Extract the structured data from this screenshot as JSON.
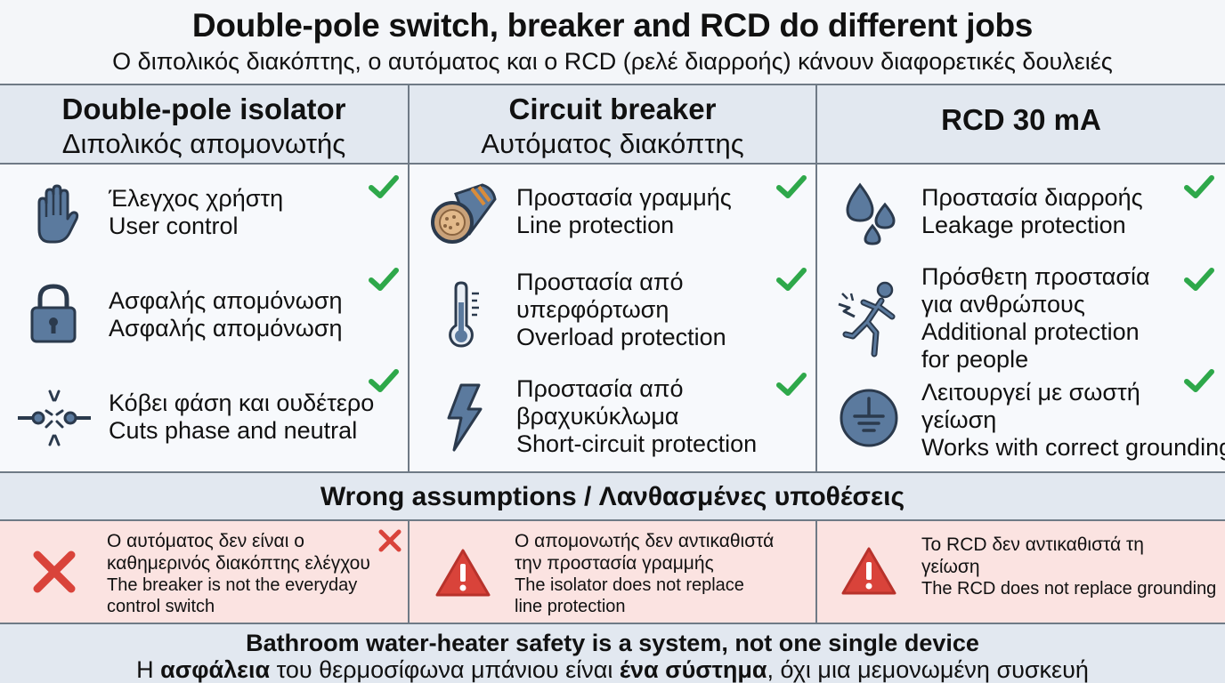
{
  "title": {
    "en": "Double-pole switch, breaker and RCD do different jobs",
    "gr": "Ο διπολικός διακόπτης, ο αυτόματος και ο RCD (ρελέ διαρροής) κάνουν διαφορετικές δουλειές"
  },
  "columns": [
    {
      "head1": "Double-pole isolator",
      "head2": "Διπολικός απομονωτής",
      "items": [
        {
          "icon": "hand-icon",
          "gr": "Έλεγχος χρήστη",
          "en": "User control"
        },
        {
          "icon": "padlock-icon",
          "gr": "Ασφαλής απομόνωση",
          "en": "Ασφαλής απομόνωση"
        },
        {
          "icon": "cut-wire-icon",
          "gr": "Κόβει φάση και ουδέτερο",
          "en": "Cuts phase and neutral"
        }
      ]
    },
    {
      "head1": "Circuit breaker",
      "head2": "Αυτόματος διακόπτης",
      "items": [
        {
          "icon": "cable-icon",
          "gr": "Προστασία γραμμής",
          "en": "Line protection"
        },
        {
          "icon": "thermometer-icon",
          "gr1": "Προστασία από",
          "gr2": "υπερφόρτωση",
          "en": "Overload protection"
        },
        {
          "icon": "lightning-icon",
          "gr1": "Προστασία από",
          "gr2": "βραχυκύκλωμα",
          "en": "Short-circuit protection"
        }
      ]
    },
    {
      "head1": "RCD 30 mA",
      "items": [
        {
          "icon": "water-drops-icon",
          "gr": "Προστασία διαρροής",
          "en": "Leakage protection"
        },
        {
          "icon": "electric-shock-person-icon",
          "gr1": "Πρόσθετη προστασία",
          "gr2": "για ανθρώπους",
          "en1": "Additional protection",
          "en2": "for people"
        },
        {
          "icon": "ground-symbol-icon",
          "gr1": "Λειτουργεί με σωστή",
          "gr2": "γείωση",
          "en": "Works with correct grounding"
        }
      ]
    }
  ],
  "wrong": {
    "title": "Wrong assumptions / Λανθασμένες υποθέσεις",
    "items": [
      {
        "icon": "x-mark-icon",
        "gr1": "Ο αυτόματος δεν είναι ο",
        "gr2": "καθημερινός διακόπτης ελέγχου",
        "en1": "The breaker is not the everyday",
        "en2": "control switch"
      },
      {
        "icon": "warning-icon",
        "gr1": "Ο απομονωτής δεν αντικαθιστά",
        "gr2": "την προστασία γραμμής",
        "en1": "The isolator does not replace",
        "en2": "line protection"
      },
      {
        "icon": "warning-icon",
        "gr1": "Το RCD δεν αντικαθιστά τη",
        "gr2": "γείωση",
        "en1": "The RCD does not replace grounding"
      }
    ]
  },
  "footer": {
    "en": "Bathroom water-heater safety is a system, not one single device",
    "gr_a": "Η ",
    "gr_b": "ασφάλεια",
    "gr_c": " του θερμοσίφωνα μπάνιου είναι ",
    "gr_d": "ένα σύστημα",
    "gr_e": ", όχι μια μεμονωμένη συσκευή"
  },
  "colors": {
    "check": "#2ea84a",
    "icon_fill": "#5b7a9e",
    "icon_stroke": "#2b3a4d",
    "error_red": "#d9433a",
    "wrong_bg": "#fbe3e1"
  }
}
